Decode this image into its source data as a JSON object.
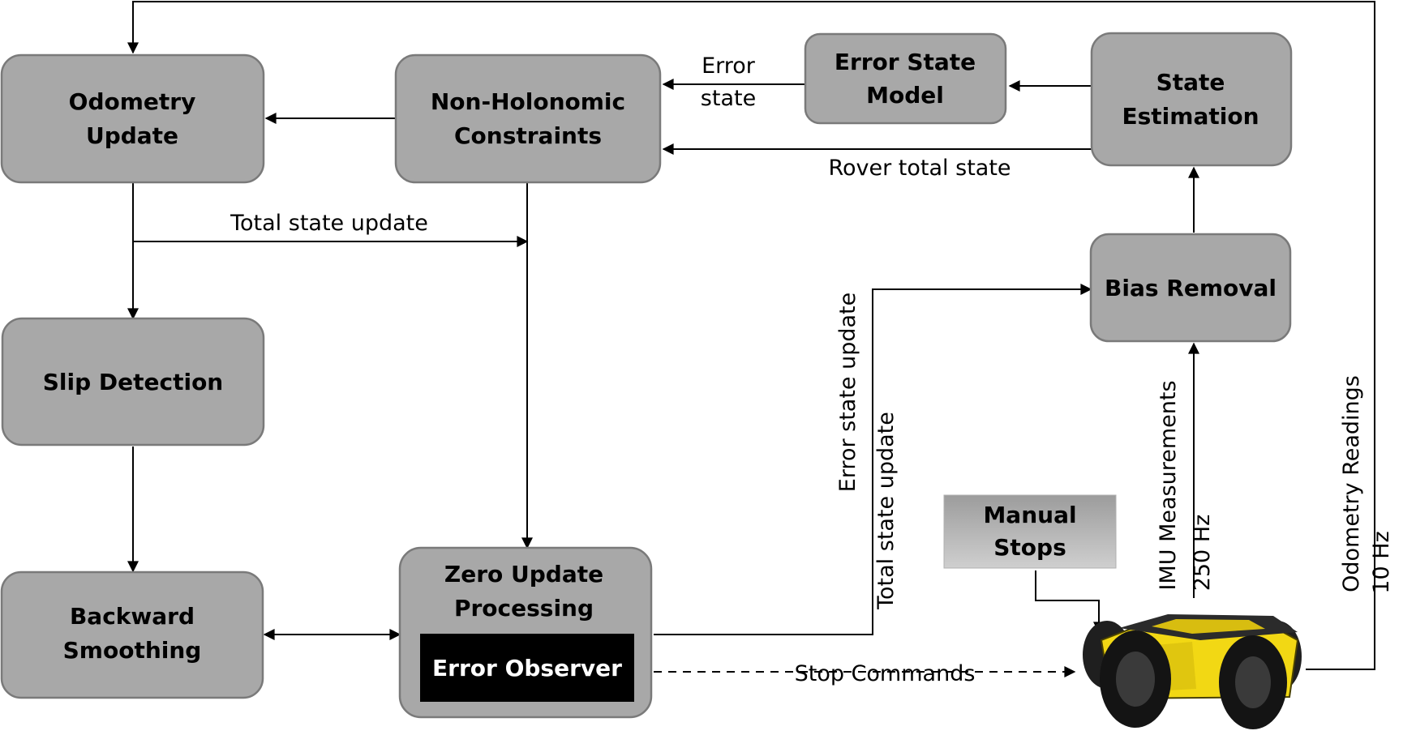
{
  "boxes": {
    "odometry_update": [
      "Odometry",
      "Update"
    ],
    "non_holonomic": [
      "Non-Holonomic",
      "Constraints"
    ],
    "error_state_model": [
      "Error State",
      "Model"
    ],
    "state_estimation": [
      "State",
      "Estimation"
    ],
    "bias_removal": [
      "Bias Removal"
    ],
    "slip_detection": [
      "Slip Detection"
    ],
    "backward_smoothing": [
      "Backward",
      "Smoothing"
    ],
    "zero_update": [
      "Zero Update",
      "Processing"
    ],
    "error_observer": "Error Observer",
    "manual_stops": [
      "Manual",
      "Stops"
    ]
  },
  "edge_labels": {
    "error_state": [
      "Error",
      "state"
    ],
    "rover_total_state": "Rover total state",
    "total_state_update_h": "Total state update",
    "error_state_update_v": "Error state update",
    "total_state_update_v": "Total state update",
    "imu_measurements": "IMU Measurements",
    "imu_rate": "250 Hz",
    "odometry_readings": "Odometry Readings",
    "odometry_rate": "10 Hz",
    "stop_commands": "Stop Commands"
  },
  "colors": {
    "box_fill": "#a8a8a8",
    "box_stroke": "#7a7a7a",
    "observer_fill": "#000000",
    "rover_body": "#f2d814"
  }
}
